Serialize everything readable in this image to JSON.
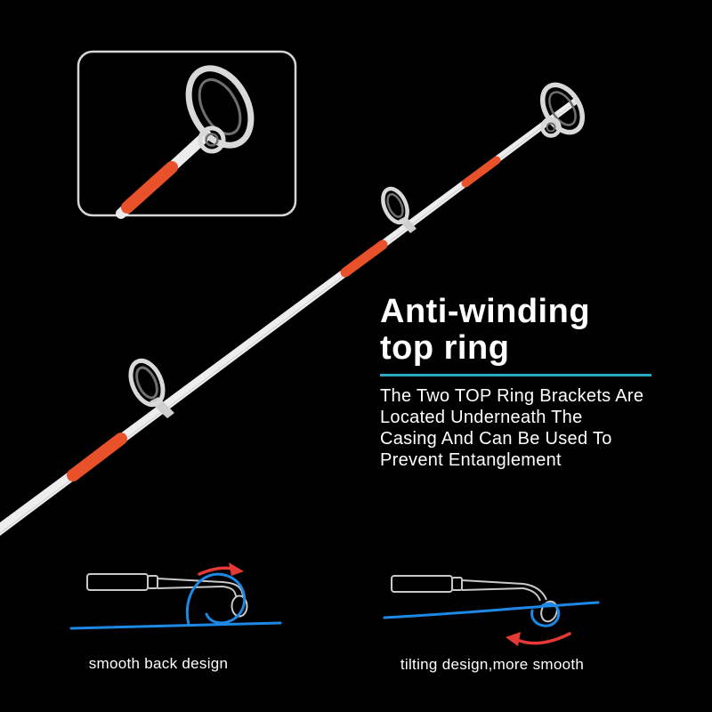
{
  "headline": {
    "line1": "Anti-winding",
    "line2": "top ring"
  },
  "description": {
    "lines": [
      "The Two TOP Ring Brackets Are",
      "Located Underneath The",
      "Casing And Can Be Used To",
      "Prevent Entanglement"
    ]
  },
  "diagrams": {
    "left_caption": "smooth back design",
    "right_caption": "tilting design,more smooth"
  },
  "colors": {
    "background": "#000000",
    "accent_teal": "#2BA9C0",
    "rod_white": "#EDEDED",
    "wrap_orange": "#E8512A",
    "line_blue": "#1E88E5",
    "arrow_red": "#E53935",
    "diagram_gray": "#C9C9C9",
    "text_white": "#FFFFFF"
  }
}
